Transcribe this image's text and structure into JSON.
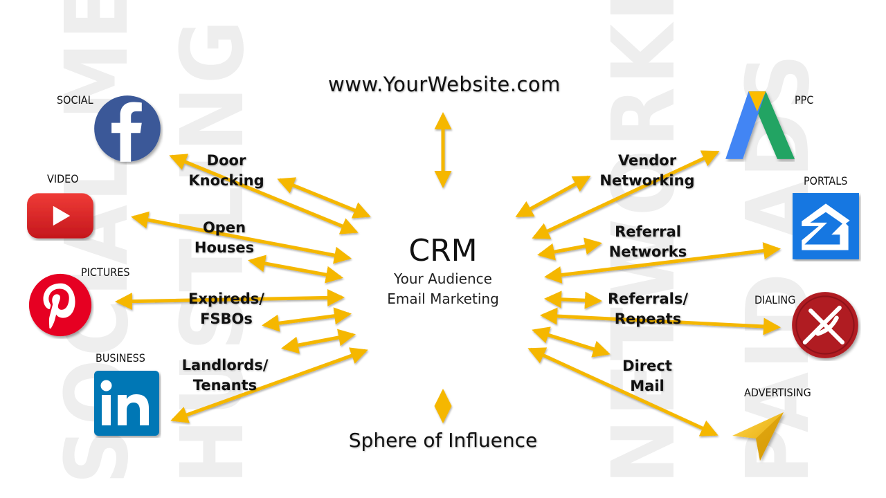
{
  "watermarks": {
    "social_media": "SOCIAL MEDIA",
    "hustling": "HUSTLING",
    "networking": "NETWORKING",
    "paid_ads": "PAID ADS"
  },
  "center": {
    "title": "CRM",
    "subtitle_1": "Your Audience",
    "subtitle_2": "Email Marketing"
  },
  "top_label": "www.YourWebsite.com",
  "bottom_label": "Sphere of Influence",
  "left_labels": {
    "door_1": "Door",
    "door_2": "Knocking",
    "open_1": "Open",
    "open_2": "Houses",
    "expired_1": "Expireds/",
    "expired_2": "FSBOs",
    "landlords_1": "Landlords/",
    "landlords_2": "Tenants"
  },
  "right_labels": {
    "vendor_1": "Vendor",
    "vendor_2": "Networking",
    "referral_net_1": "Referral",
    "referral_net_2": "Networks",
    "referrals_1": "Referrals/",
    "referrals_2": "Repeats",
    "direct_1": "Direct",
    "direct_2": "Mail"
  },
  "channels": {
    "social": "SOCIAL",
    "video": "VIDEO",
    "pictures": "PICTURES",
    "business": "BUSINESS",
    "ppc": "PPC",
    "portals": "PORTALS",
    "dialing": "DIALING",
    "advertising": "ADVERTISING"
  },
  "icons": {
    "facebook": "facebook-icon",
    "youtube": "youtube-icon",
    "pinterest": "pinterest-icon",
    "linkedin": "linkedin-icon",
    "google_ads": "google-ads-icon",
    "zillow": "zillow-icon",
    "dialer": "dialer-icon",
    "advertising": "navigation-arrow-icon"
  },
  "colors": {
    "arrow": "#f5b700",
    "facebook": "#3b5998",
    "youtube": "#e52d27",
    "pinterest": "#e60023",
    "linkedin": "#0077b5",
    "zillow": "#1277e1",
    "dialer": "#b01c23",
    "watermark": "#eeeeee"
  }
}
